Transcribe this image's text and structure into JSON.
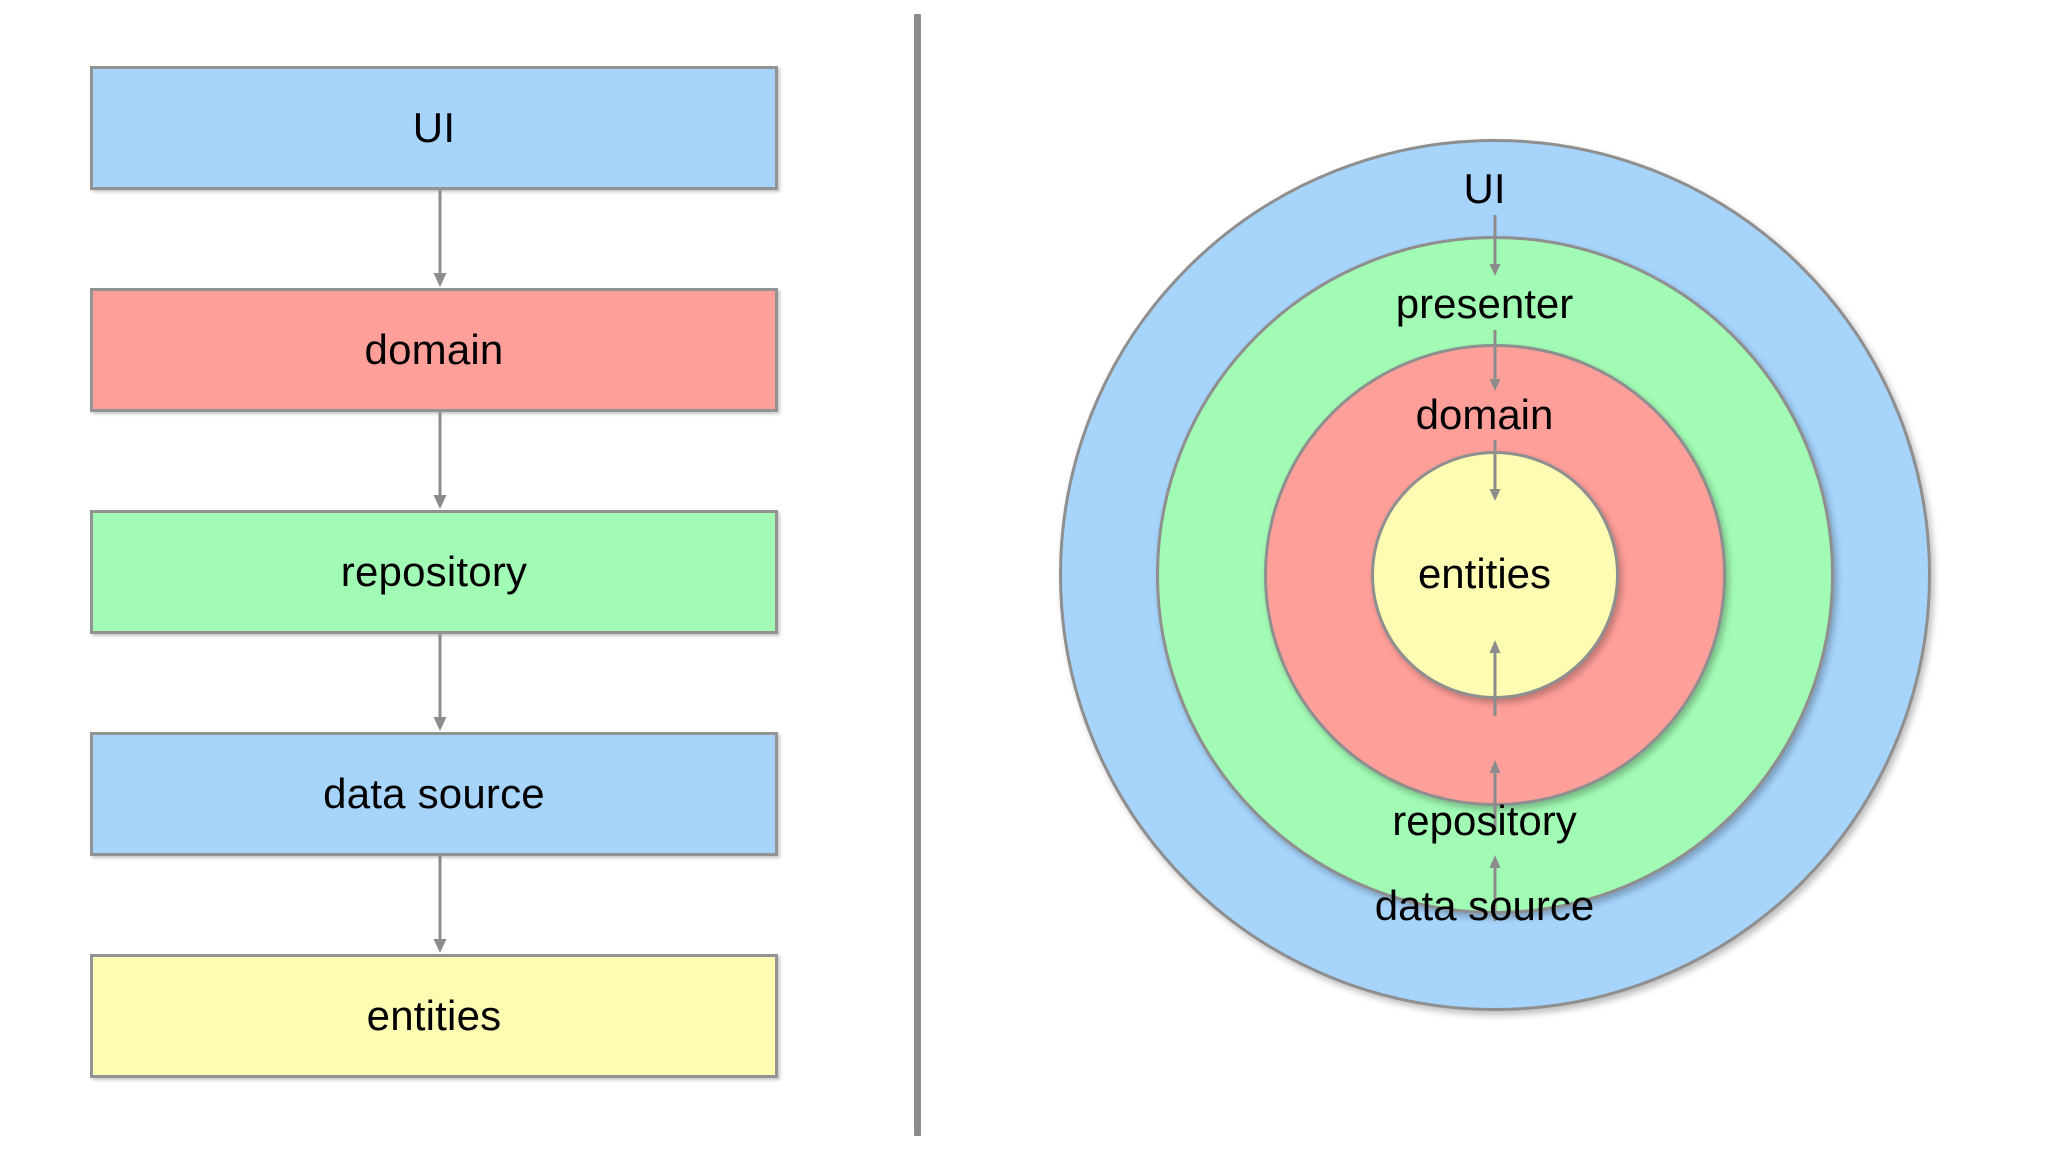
{
  "diagram": {
    "title": "Clean Architecture layer dependency diagram",
    "divider": {
      "name": "panel-divider",
      "color": "#8c8c8c"
    },
    "colors": {
      "blue": "#a6d4fb",
      "red": "#ff9f9a",
      "green": "#a1fbb4",
      "yellow": "#fefbb2",
      "stroke": "#939393",
      "arrow": "#8c8c8c",
      "text": "#000000",
      "background": "#ffffff"
    }
  },
  "left_panel": {
    "name": "layered-stack-diagram",
    "boxes": [
      {
        "id": "ui",
        "label": "UI",
        "color": "#a6d4fb"
      },
      {
        "id": "domain",
        "label": "domain",
        "color": "#ff9f9a"
      },
      {
        "id": "repository",
        "label": "repository",
        "color": "#a1fbb4"
      },
      {
        "id": "data-source",
        "label": "data source",
        "color": "#a6d4fb"
      },
      {
        "id": "entities",
        "label": "entities",
        "color": "#fefbb2"
      }
    ],
    "arrows": [
      {
        "from": "ui",
        "to": "domain",
        "direction": "down"
      },
      {
        "from": "domain",
        "to": "repository",
        "direction": "down"
      },
      {
        "from": "repository",
        "to": "data source",
        "direction": "down"
      },
      {
        "from": "data source",
        "to": "entities",
        "direction": "down"
      }
    ]
  },
  "right_panel": {
    "name": "concentric-circles-diagram",
    "rings": [
      {
        "id": "ui",
        "label": "UI",
        "color": "#a6d4fb",
        "ring_index": 0
      },
      {
        "id": "presenter",
        "label": "presenter",
        "color": "#a1fbb4",
        "ring_index": 1
      },
      {
        "id": "domain",
        "label": "domain",
        "color": "#ff9f9a",
        "ring_index": 2
      },
      {
        "id": "entities",
        "label": "entities",
        "color": "#fefbb2",
        "ring_index": 3
      }
    ],
    "outer_labels": [
      {
        "id": "repository",
        "label": "repository",
        "on_ring": "presenter"
      },
      {
        "id": "data-source",
        "label": "data source",
        "on_ring": "ui"
      }
    ],
    "arrows": [
      {
        "from": "UI",
        "to": "presenter",
        "direction": "down"
      },
      {
        "from": "presenter",
        "to": "domain",
        "direction": "down"
      },
      {
        "from": "domain",
        "to": "entities",
        "direction": "down"
      },
      {
        "from": "repository",
        "to": "entities",
        "direction": "up"
      },
      {
        "from": "repository",
        "to": "domain",
        "direction": "up"
      },
      {
        "from": "data source",
        "to": "repository",
        "direction": "up"
      }
    ]
  }
}
